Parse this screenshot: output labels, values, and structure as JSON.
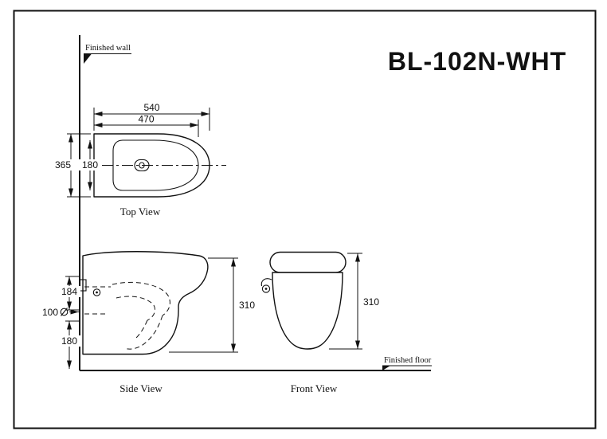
{
  "page": {
    "background": "#ffffff",
    "ink": "#111111"
  },
  "title": "BL-102N-WHT",
  "annotations": {
    "finished_wall": "Finished wall",
    "finished_floor": "Finished floor"
  },
  "icons": {
    "diameter_symbol": "⌀"
  },
  "views": {
    "top": {
      "label": "Top View",
      "dims": {
        "overall_length": "540",
        "bowl_length": "470",
        "overall_width": "365",
        "inner_width": "180"
      }
    },
    "side": {
      "label": "Side View",
      "dims": {
        "inlet_height": "184",
        "outlet_diameter": "100",
        "outlet_offset": "180",
        "height": "310"
      }
    },
    "front": {
      "label": "Front View",
      "dims": {
        "height": "310"
      }
    }
  }
}
